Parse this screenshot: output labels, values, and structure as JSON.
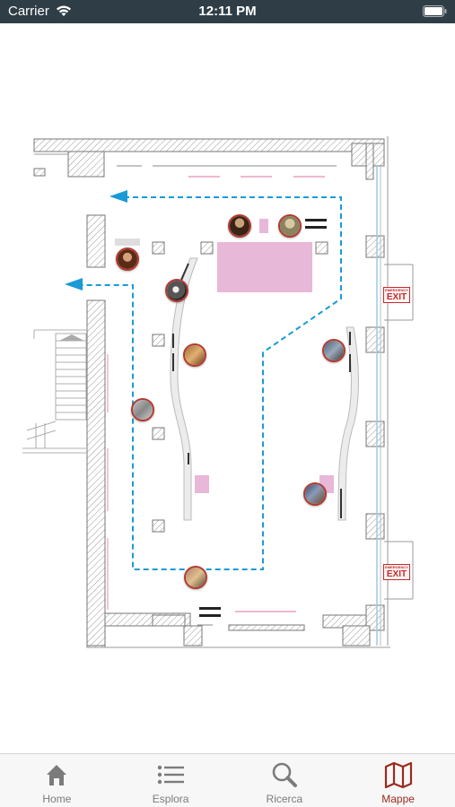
{
  "status_bar": {
    "carrier": "Carrier",
    "time": "12:11 PM"
  },
  "map": {
    "exit_label": "EXIT",
    "path_color": "#1a9ad6",
    "exhibit_color": "#e8b8d8",
    "poi_border_color": "#b23a2f",
    "poi_icons": [
      "portrait-icon",
      "portrait-icon",
      "portrait-icon",
      "artwork-icon",
      "artwork-icon",
      "artwork-icon",
      "artwork-icon",
      "artwork-icon",
      "artwork-icon",
      "artwork-icon"
    ]
  },
  "tabs": [
    {
      "label": "Home",
      "icon": "home-icon",
      "active": false
    },
    {
      "label": "Esplora",
      "icon": "list-icon",
      "active": false
    },
    {
      "label": "Ricerca",
      "icon": "search-icon",
      "active": false
    },
    {
      "label": "Mappe",
      "icon": "map-icon",
      "active": true
    }
  ],
  "colors": {
    "status_bar": "#2f3e46",
    "active_tab": "#9b2a1f",
    "inactive_tab": "#7b7b7b"
  }
}
